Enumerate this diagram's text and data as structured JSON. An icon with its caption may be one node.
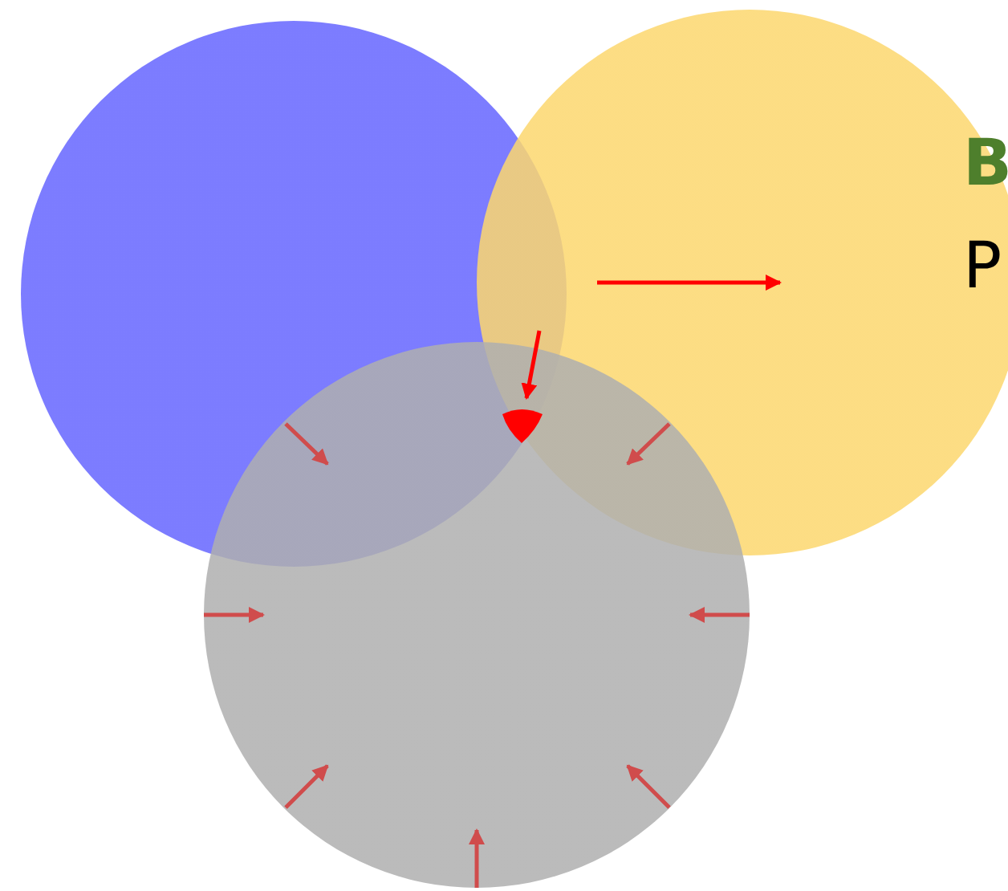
{
  "diagram": {
    "nodes": [
      {
        "text": [],
        "shape": "circle"
      },
      {
        "text": [],
        "shape": "circle"
      },
      {
        "text": [],
        "shape": "circle"
      }
    ],
    "labels": [
      "B",
      "P"
    ]
  }
}
